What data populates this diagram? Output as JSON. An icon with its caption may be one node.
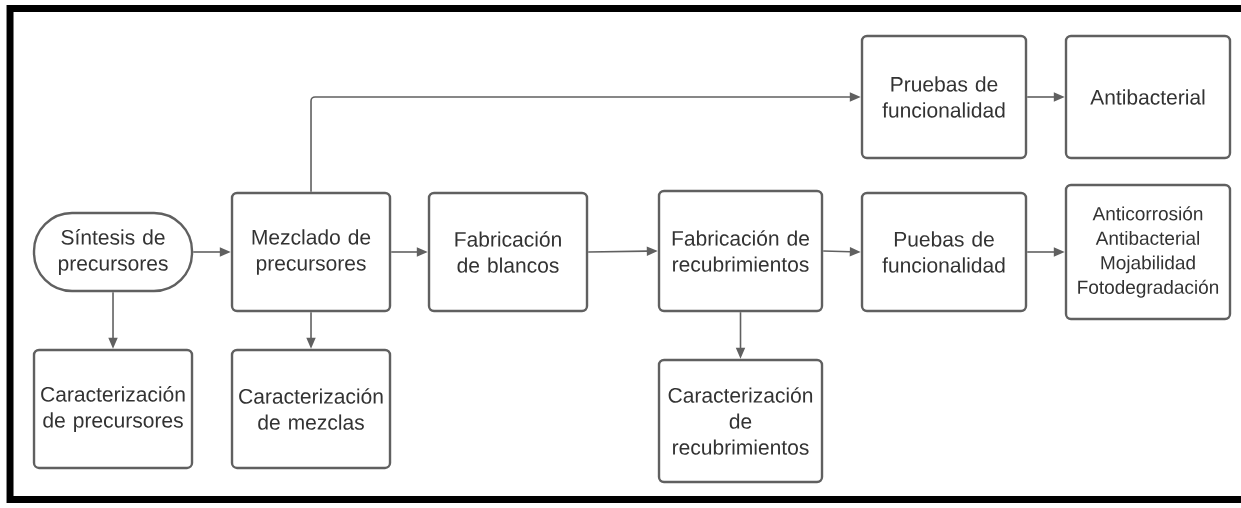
{
  "diagram": {
    "nodes": [
      {
        "text": [
          "Síntesis de precursores"
        ]
      },
      {
        "text": [
          "Mezclado de precursores"
        ]
      },
      {
        "text": [
          "Pruebas de funcionalidad"
        ]
      },
      {
        "text": [
          "Antibacterial"
        ]
      },
      {
        "text": [
          "Fabricación de blancos"
        ]
      },
      {
        "text": [
          "Fabricación de recubrimientos"
        ]
      },
      {
        "text": [
          "Puebas de funcionalidad"
        ]
      },
      {
        "text": [
          "Anticorrosión",
          "Antibacterial",
          "Mojabilidad",
          "Fotodegradación"
        ]
      },
      {
        "text": [
          "Caracterización de precursores"
        ]
      },
      {
        "text": [
          "Caracterización de mezclas"
        ]
      },
      {
        "text": [
          "Caracterización de recubrimientos"
        ]
      }
    ],
    "edges": [
      {
        "from": 0,
        "to": 1,
        "arrow": "to"
      },
      {
        "from": 0,
        "to": 8,
        "arrow": "to"
      },
      {
        "from": 1,
        "to": 2,
        "arrow": "to"
      },
      {
        "from": 1,
        "to": 4,
        "arrow": "to"
      },
      {
        "from": 1,
        "to": 9,
        "arrow": "to"
      },
      {
        "from": 2,
        "to": 3,
        "arrow": "to"
      },
      {
        "from": 4,
        "to": 5,
        "arrow": "to"
      },
      {
        "from": 5,
        "to": 6,
        "arrow": "to"
      },
      {
        "from": 5,
        "to": 10,
        "arrow": "to"
      },
      {
        "from": 6,
        "to": 7,
        "arrow": "to"
      }
    ]
  }
}
